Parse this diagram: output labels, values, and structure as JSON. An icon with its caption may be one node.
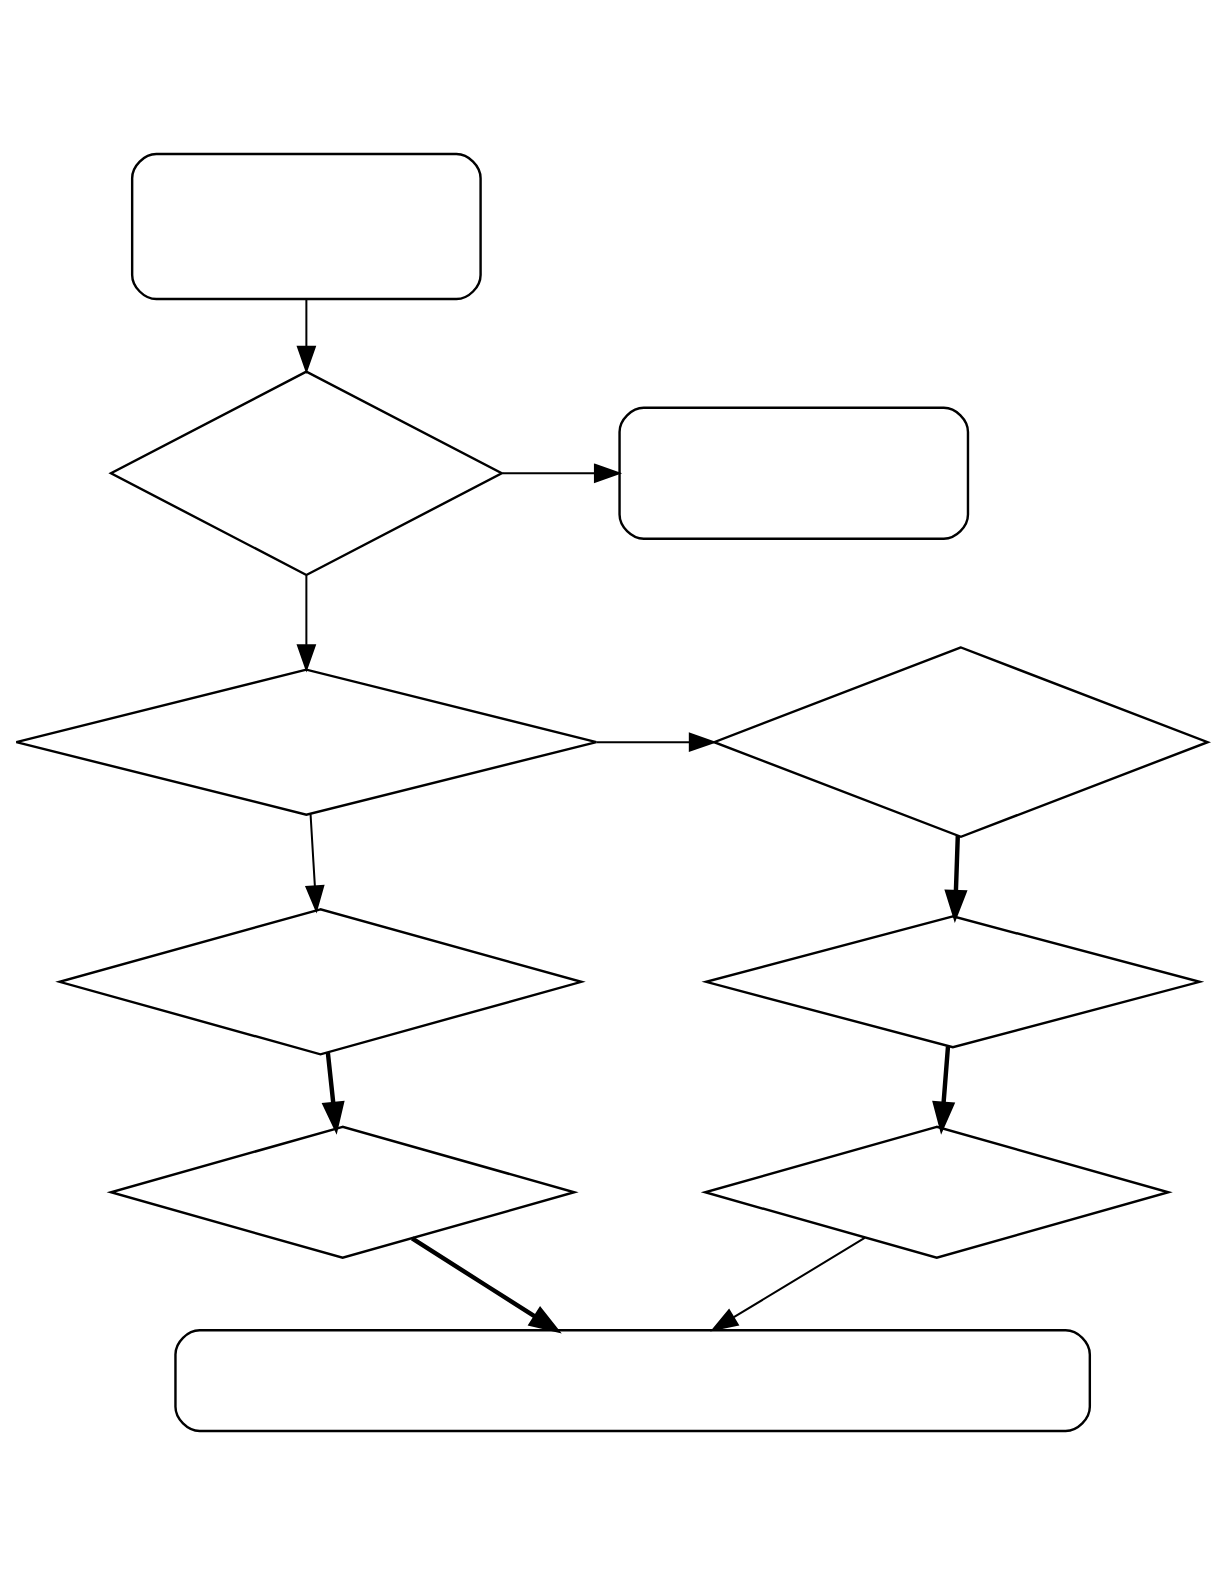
{
  "diagram": {
    "nodes": [
      {
        "text": [],
        "shape": "box"
      },
      {
        "text": [],
        "shape": "diamond"
      },
      {
        "text": [],
        "shape": "box"
      },
      {
        "text": [],
        "shape": "diamond"
      },
      {
        "text": [],
        "shape": "diamond"
      },
      {
        "text": [],
        "shape": "diamond"
      },
      {
        "text": [],
        "shape": "diamond"
      },
      {
        "text": [],
        "shape": "diamond"
      },
      {
        "text": [],
        "shape": "diamond"
      },
      {
        "text": [],
        "shape": "box"
      }
    ],
    "edges": [
      {
        "from": 0,
        "to": 1,
        "arrow": "to"
      },
      {
        "from": 1,
        "to": 2,
        "arrow": "to"
      },
      {
        "from": 1,
        "to": 3,
        "arrow": "to"
      },
      {
        "from": 3,
        "to": 4,
        "arrow": "to"
      },
      {
        "from": 3,
        "to": 5,
        "arrow": "to"
      },
      {
        "from": 4,
        "to": 6,
        "arrow": "to",
        "style": "thick"
      },
      {
        "from": 5,
        "to": 7,
        "arrow": "to",
        "style": "thick"
      },
      {
        "from": 6,
        "to": 8,
        "arrow": "to",
        "style": "thick"
      },
      {
        "from": 7,
        "to": 9,
        "arrow": "to",
        "style": "thick"
      },
      {
        "from": 8,
        "to": 9,
        "arrow": "to"
      }
    ]
  }
}
